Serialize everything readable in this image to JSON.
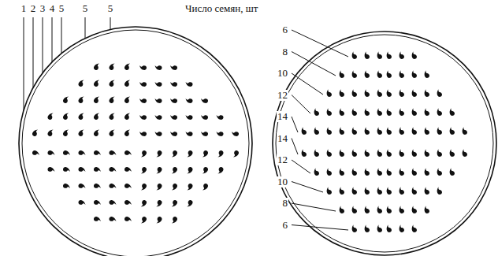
{
  "diagram": {
    "labels": [
      "1",
      "2",
      "3",
      "4",
      "5",
      "5",
      "5",
      "Число семян, шт",
      "6",
      "8",
      "10",
      "12",
      "14",
      "14",
      "12",
      "10",
      "8",
      "6"
    ]
  }
}
